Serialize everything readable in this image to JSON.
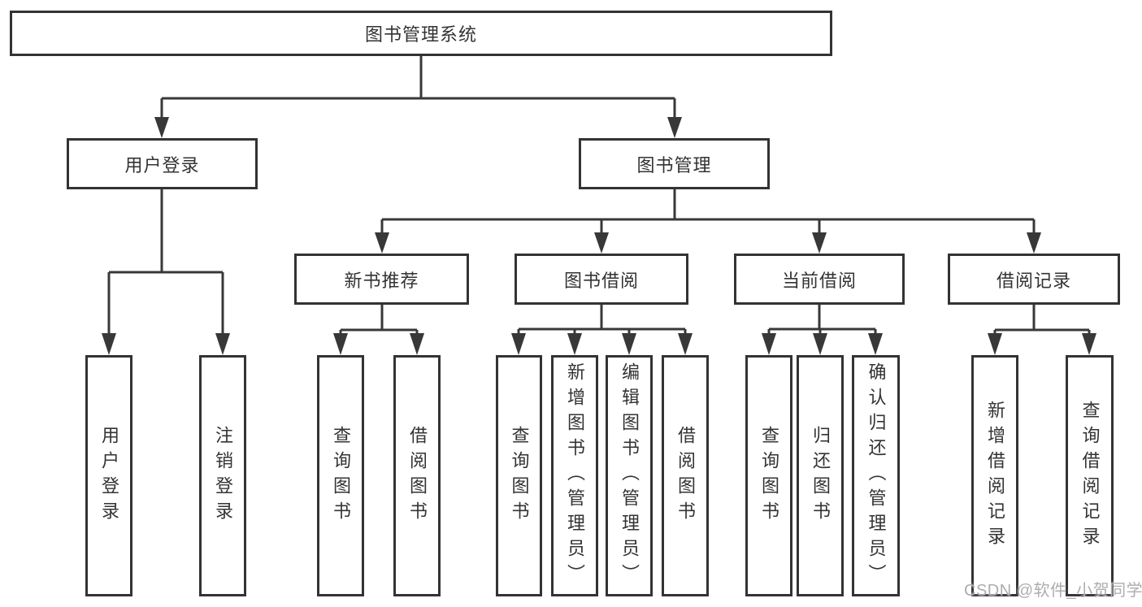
{
  "tree": {
    "root": {
      "label": "图书管理系统",
      "children": [
        {
          "label": "用户登录",
          "children": [
            {
              "label": "用户登录"
            },
            {
              "label": "注销登录"
            }
          ]
        },
        {
          "label": "图书管理",
          "children": [
            {
              "label": "新书推荐",
              "children": [
                {
                  "label": "查询图书"
                },
                {
                  "label": "借阅图书"
                }
              ]
            },
            {
              "label": "图书借阅",
              "children": [
                {
                  "label": "查询图书"
                },
                {
                  "label": "新增图书（管理员）"
                },
                {
                  "label": "编辑图书（管理员）"
                },
                {
                  "label": "借阅图书"
                }
              ]
            },
            {
              "label": "当前借阅",
              "children": [
                {
                  "label": "查询图书"
                },
                {
                  "label": "归还图书"
                },
                {
                  "label": "确认归还（管理员）"
                }
              ]
            },
            {
              "label": "借阅记录",
              "children": [
                {
                  "label": "新增借阅记录"
                },
                {
                  "label": "查询借阅记录"
                }
              ]
            }
          ]
        }
      ]
    }
  },
  "watermark": {
    "text": "CSDN @软件_小贺同学"
  },
  "colors": {
    "line": "#383838",
    "box_border": "#333333",
    "text": "#333333",
    "background": "#ffffff",
    "watermark": "#adadad"
  }
}
